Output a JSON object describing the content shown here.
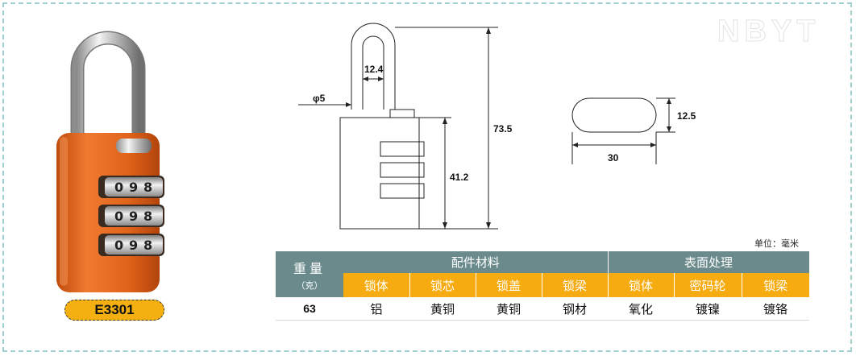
{
  "watermark": "NBYT",
  "model": "E3301",
  "dial_digits": [
    "0",
    "9",
    "8"
  ],
  "dimensions": {
    "shackle_width": "12.4",
    "shackle_diameter": "φ5",
    "total_height": "73.5",
    "body_height": "41.2",
    "body_thickness": "12.5",
    "body_width": "30"
  },
  "unit_note": "单位：毫米",
  "table": {
    "weight_header": "重量",
    "weight_unit": "（克）",
    "group_parts": "配件材料",
    "group_surface": "表面处理",
    "sub_headers": [
      "锁体",
      "锁芯",
      "锁盖",
      "锁梁",
      "锁体",
      "密码轮",
      "锁梁"
    ],
    "row": [
      "63",
      "铝",
      "黄铜",
      "黄铜",
      "钢材",
      "氧化",
      "镀镍",
      "镀铬"
    ]
  },
  "colors": {
    "body": "#e0631a",
    "header_gray": "#6a8a8c",
    "header_orange": "#f6ac11",
    "badge": "#f4b010"
  }
}
